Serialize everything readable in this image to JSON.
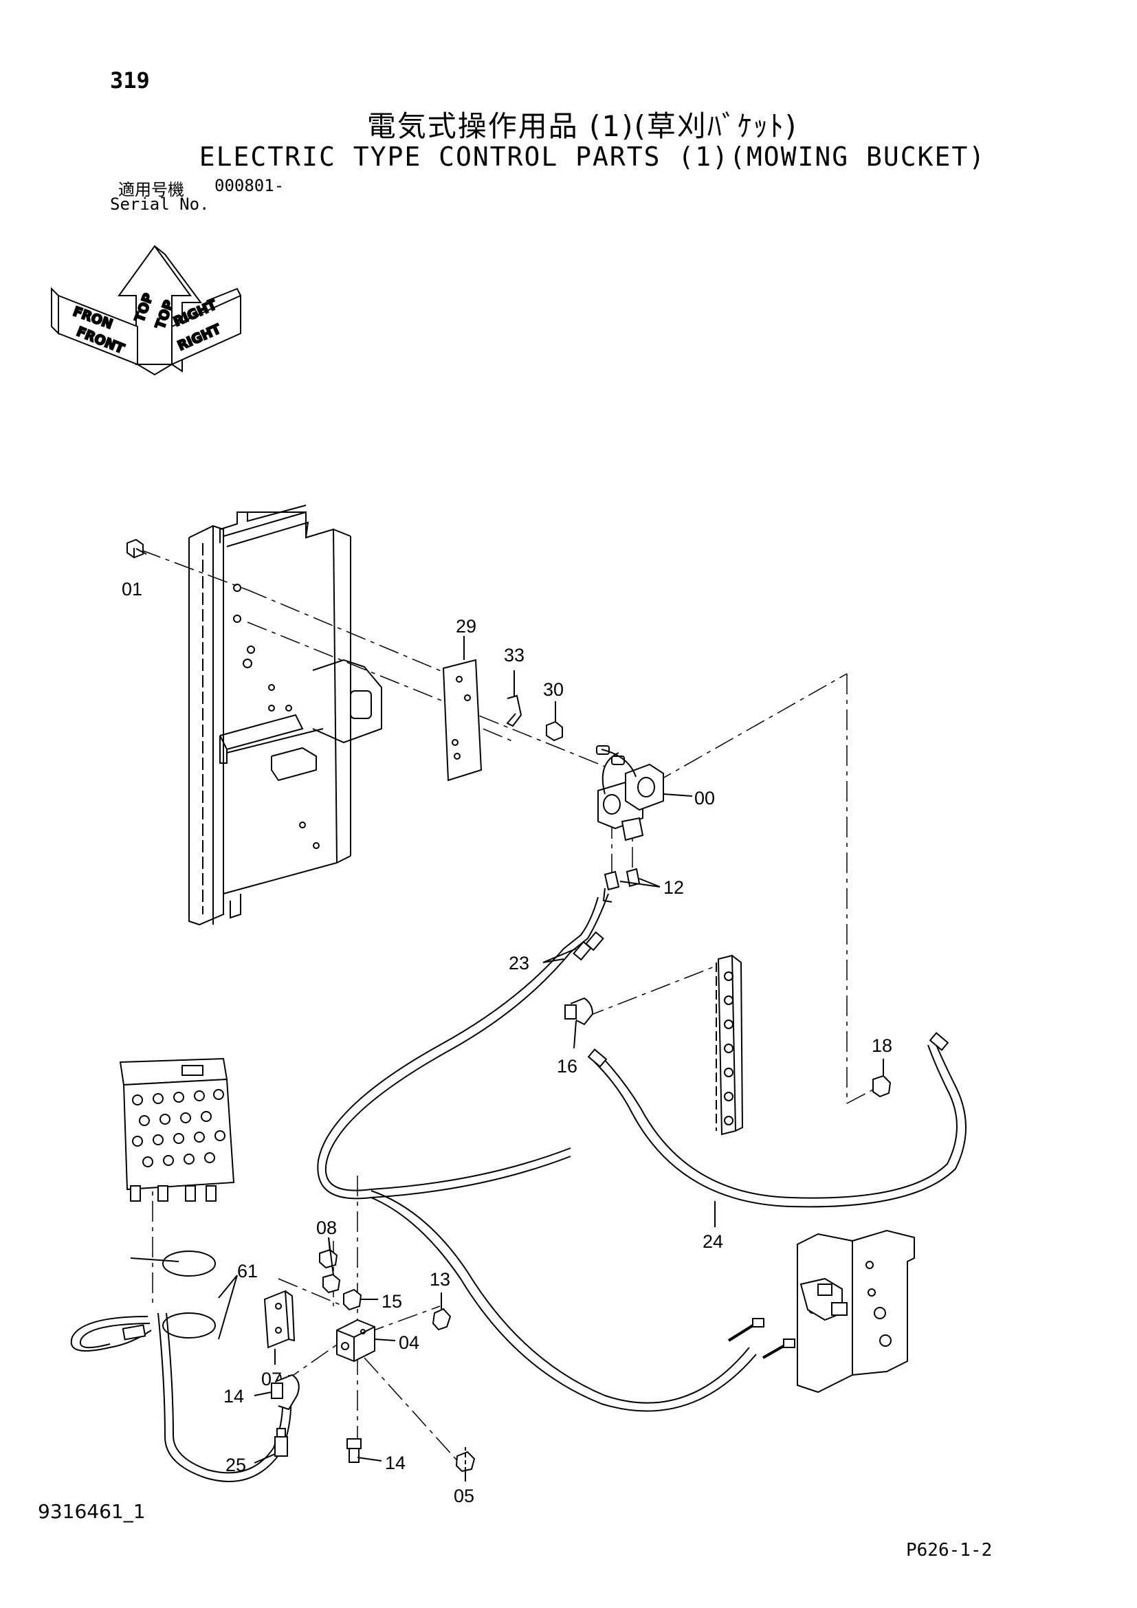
{
  "header": {
    "page_number": "319",
    "title_jp": "電気式操作用品 (1)(草刈ﾊﾞｹｯﾄ)",
    "title_en": "ELECTRIC TYPE CONTROL PARTS (1)(MOWING BUCKET)",
    "serial_label_jp": "適用号機",
    "serial_value": "000801-",
    "serial_label_en": "Serial No."
  },
  "orientation": {
    "top": "TOP",
    "front": "FRONT",
    "right": "RIGHT",
    "front_shadow": "FRON",
    "right_shadow": "RIGHT",
    "top_shadow": "TOP"
  },
  "callouts": [
    "01",
    "29",
    "33",
    "30",
    "00",
    "12",
    "23",
    "16",
    "18",
    "24",
    "61",
    "08",
    "13",
    "15",
    "07",
    "04",
    "14",
    "25",
    "14",
    "05"
  ],
  "footer": {
    "doc_code": "9316461_1",
    "page_code": "P626-1-2"
  }
}
